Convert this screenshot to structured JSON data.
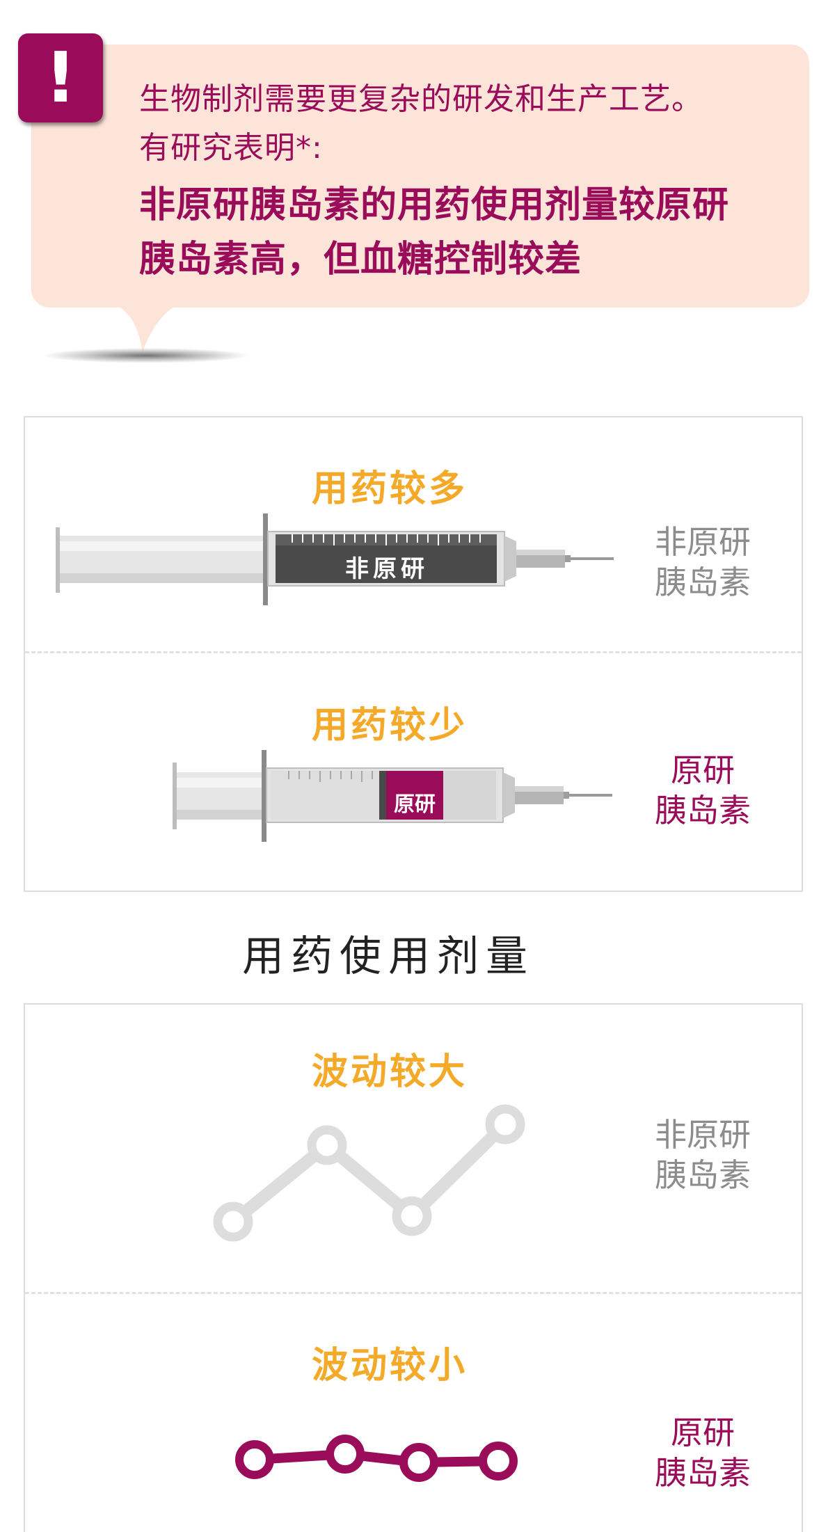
{
  "callout": {
    "alert_symbol": "!",
    "intro_line1": "生物制剂需要更复杂的研发和生产工艺。",
    "intro_line2": "有研究表明*:",
    "headline_line1": "非原研胰岛素的用药使用剂量较原研",
    "headline_line2": "胰岛素高，但血糖控制较差",
    "accent_color": "#9a0b5a",
    "background_color": "#fde4d9"
  },
  "dosage_panel": {
    "title": "用药使用剂量",
    "rows": [
      {
        "heading": "用药较多",
        "syringe_label": "非原研",
        "side_label_line1": "非原研",
        "side_label_line2": "胰岛素",
        "fill_color": "#4a4a4a",
        "text_color": "#8c8c8c"
      },
      {
        "heading": "用药较少",
        "syringe_label": "原研",
        "side_label_line1": "原研",
        "side_label_line2": "胰岛素",
        "fill_color": "#9a0b5a",
        "text_color": "#9a0b5a"
      }
    ]
  },
  "fluctuation_panel": {
    "rows": [
      {
        "heading": "波动较大",
        "side_label_line1": "非原研",
        "side_label_line2": "胰岛素",
        "line_color": "#dddddd",
        "trend_icon": "large-fluctuation-line-icon"
      },
      {
        "heading": "波动较小",
        "side_label_line1": "原研",
        "side_label_line2": "胰岛素",
        "line_color": "#9a0b5a",
        "trend_icon": "small-fluctuation-line-icon"
      }
    ]
  },
  "heading_color": "#f4a928"
}
